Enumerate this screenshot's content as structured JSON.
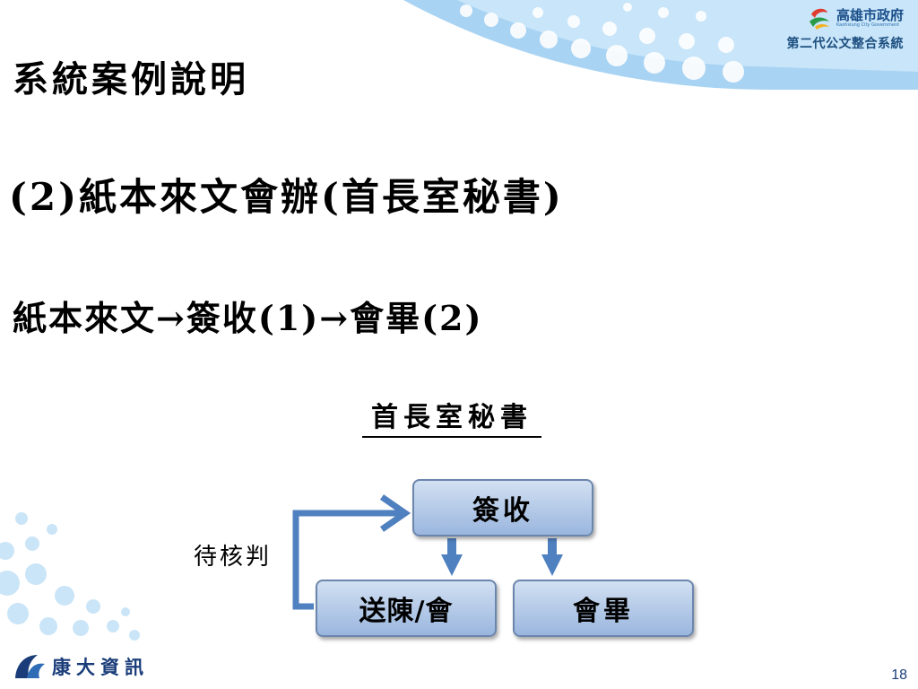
{
  "header": {
    "city_name": "高雄市政府",
    "city_name_en": "Kaohsiung City Government",
    "system_name": "第二代公文整合系統"
  },
  "slide": {
    "title": "系統案例說明",
    "subtitle": "(2)紙本來文會辦(首長室秘書)",
    "flow": "紙本來文→簽收(1)→會畢(2)",
    "role": "首長室秘書"
  },
  "flowchart": {
    "sign": "簽收",
    "send": "送陳/會",
    "done": "會畢",
    "pending": "待核判"
  },
  "footer": {
    "company": "康大資訊",
    "page": "18"
  },
  "colors": {
    "accent_blue": "#4f80bf",
    "node_fill": "#b7cce9",
    "node_border": "#6b86ad",
    "logo_blue": "#1a3d7a",
    "bubble_blue": "#8cc6ef"
  }
}
